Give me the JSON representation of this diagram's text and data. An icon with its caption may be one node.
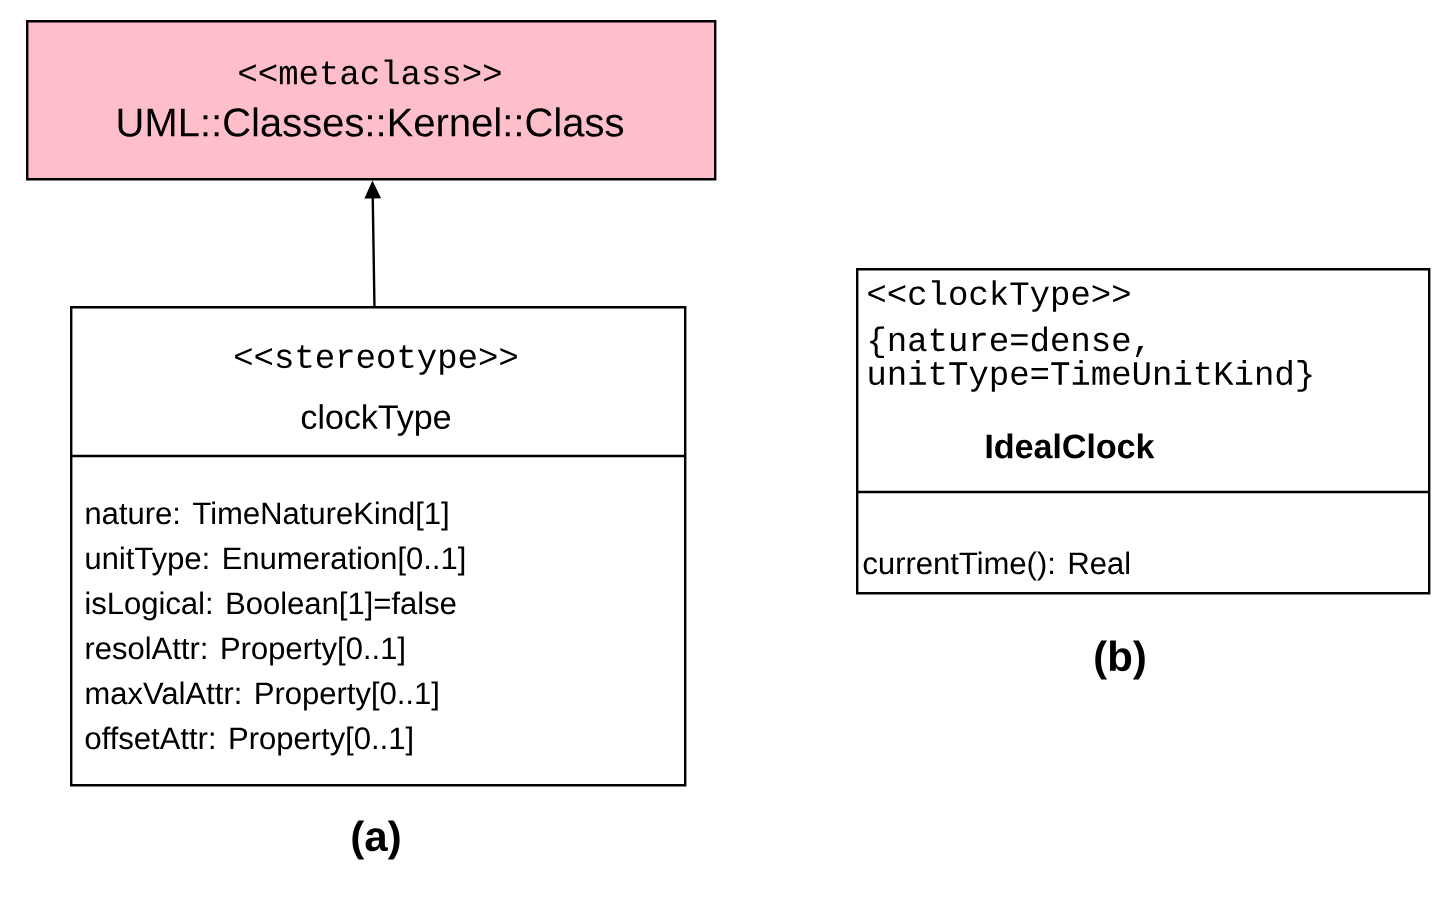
{
  "diagram": {
    "nodes": [
      {
        "text": [
          "<<metaclass>>",
          "UML::Classes::Kernel::Class"
        ]
      },
      {
        "text": [
          "<<stereotype>>",
          "clockType",
          "nature: TimeNatureKind[1]",
          "unitType: Enumeration[0..1]",
          "isLogical: Boolean[1]=false",
          "resolAttr: Property[0..1]",
          "maxValAttr: Property[0..1]",
          "offsetAttr: Property[0..1]"
        ]
      },
      {
        "text": [
          "<<clockType>>",
          "{nature=dense, unitType=TimeUnitKind}",
          "IdealClock",
          "currentTime(): Real"
        ]
      }
    ],
    "edges": [
      {
        "from": 1,
        "to": 0,
        "arrow": "to"
      }
    ],
    "labels": [
      "(a)",
      "(b)"
    ]
  }
}
